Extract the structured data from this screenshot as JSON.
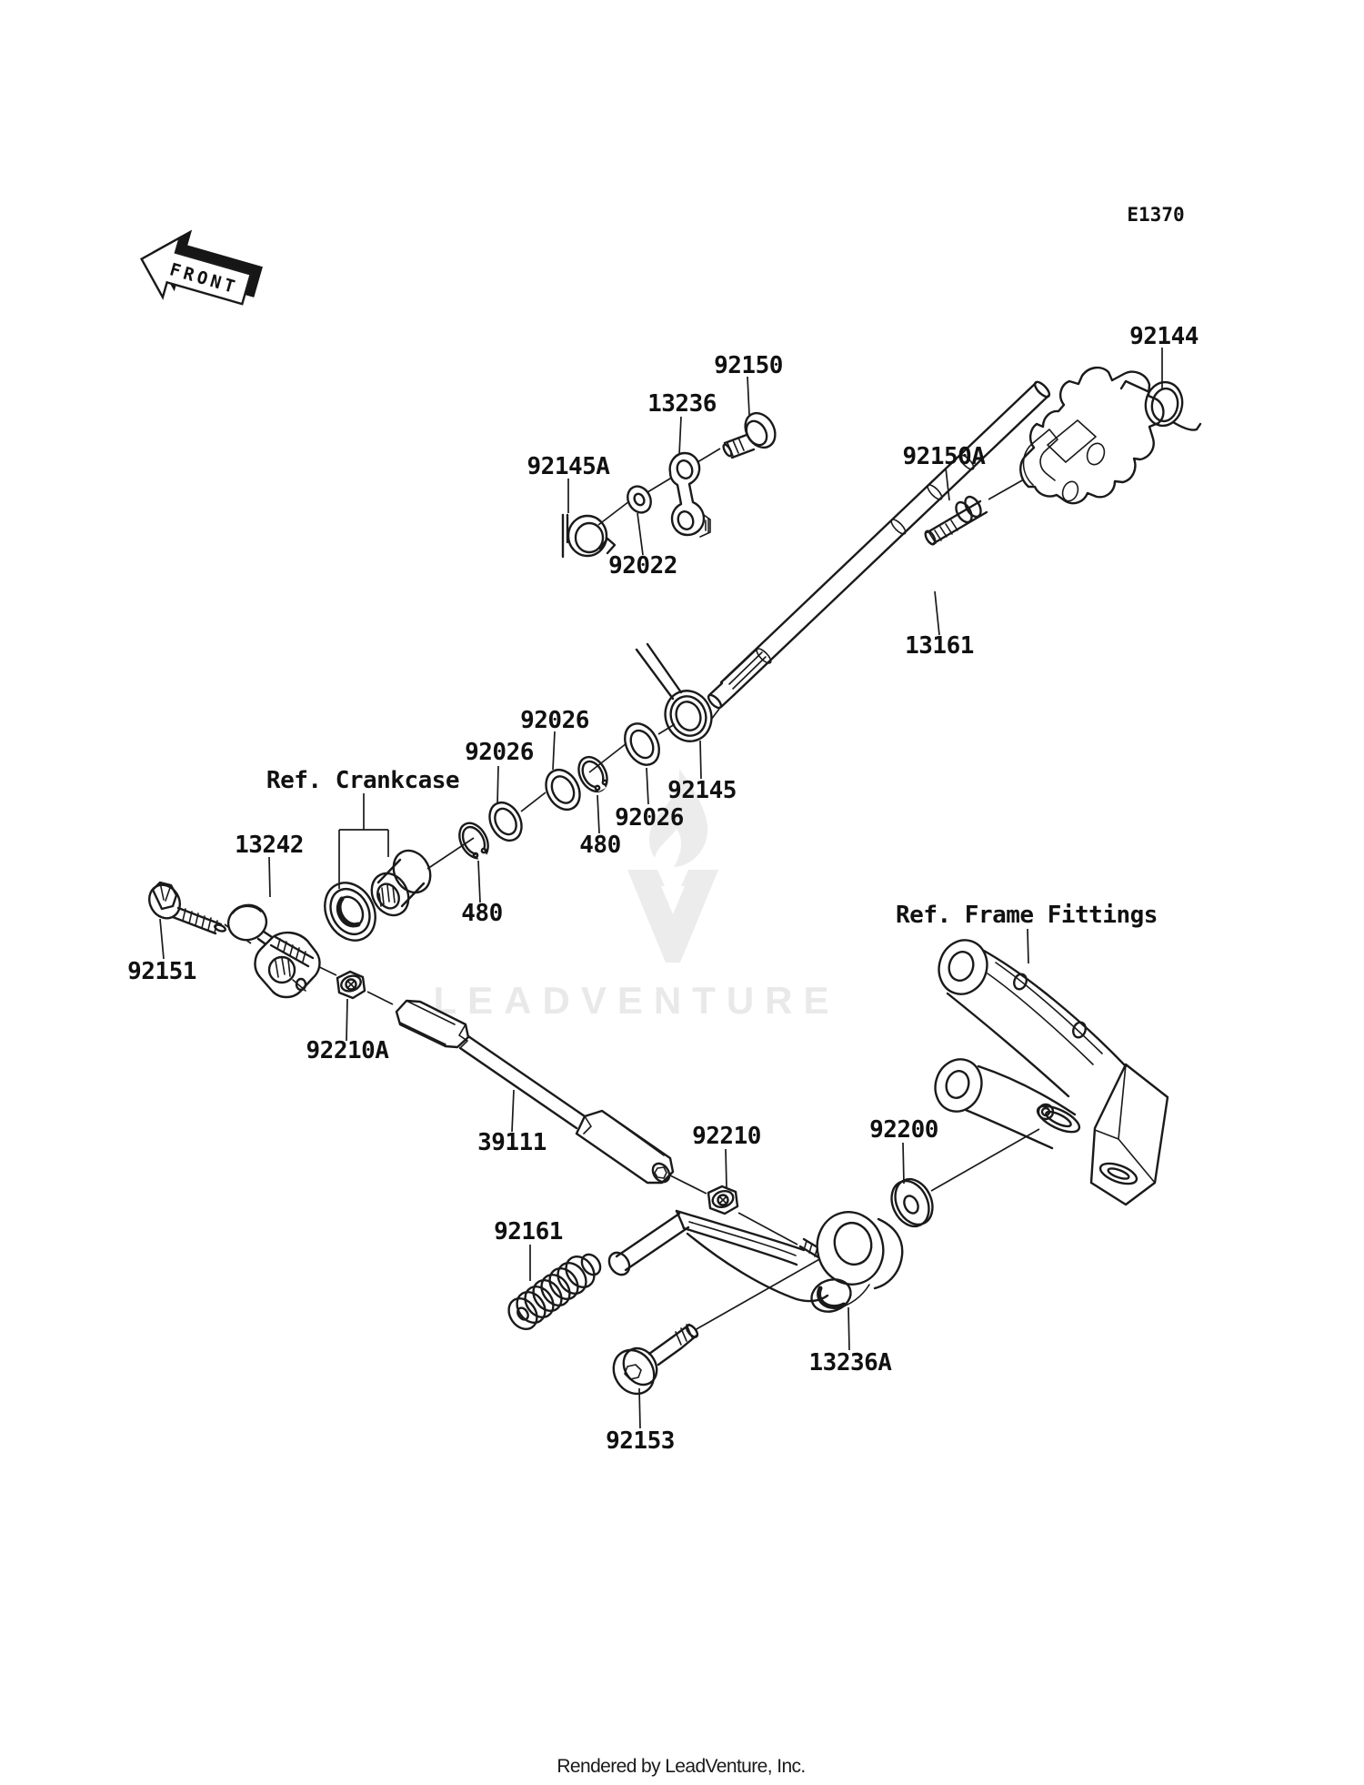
{
  "diagram": {
    "code": "E1370",
    "front_marker": "FRONT",
    "watermark": "LEADVENTURE",
    "footer": "Rendered by LeadVenture, Inc.",
    "references": {
      "crankcase": "Ref. Crankcase",
      "frame_fittings": "Ref. Frame Fittings"
    },
    "parts": {
      "p92144": "92144",
      "p92150": "92150",
      "p13236": "13236",
      "p92145a": "92145A",
      "p92022": "92022",
      "p92150a": "92150A",
      "p13161": "13161",
      "p92026_a": "92026",
      "p92026_b": "92026",
      "p92026_c": "92026",
      "p480_a": "480",
      "p480_b": "480",
      "p92145": "92145",
      "p13242": "13242",
      "p92151": "92151",
      "p92210a": "92210A",
      "p39111": "39111",
      "p92210": "92210",
      "p92161": "92161",
      "p92200": "92200",
      "p13236a": "13236A",
      "p92153": "92153"
    }
  }
}
